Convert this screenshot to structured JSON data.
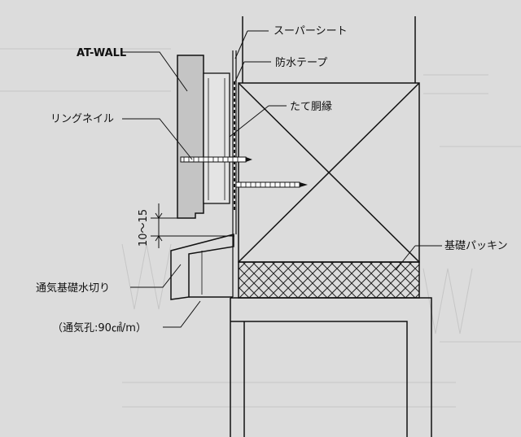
{
  "diagram": {
    "labels": {
      "at_wall": "AT-WALL",
      "super_sheet": "スーパーシート",
      "waterproof_tape": "防水テープ",
      "vertical_furring": "たて胴縁",
      "ring_nail": "リングネイル",
      "dimension": "10～15",
      "foundation_packing": "基礎パッキン",
      "vent_drip": "通気基礎水切り",
      "vent_hole": "（通気孔:90㎠/m）"
    },
    "colors": {
      "background": "#dcdcdc",
      "line": "#111111",
      "panel_fill": "#c4c4c4",
      "ghost_text": "#b8b8b8"
    }
  }
}
